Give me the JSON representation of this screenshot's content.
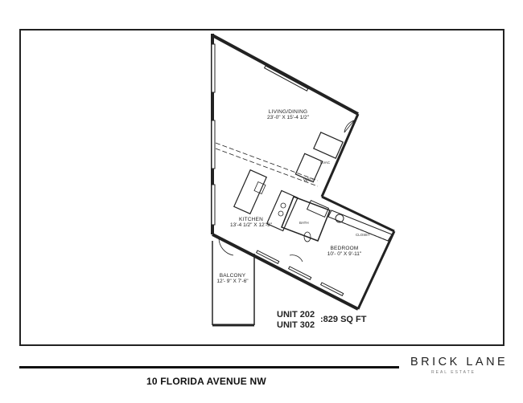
{
  "rooms": {
    "living": {
      "name": "LIVING/DINING",
      "dims": "23'-0\" X 15'-4 1/2\""
    },
    "kitchen": {
      "name": "KITCHEN",
      "dims": "13'-4 1/2\" X 12'-9\""
    },
    "bedroom": {
      "name": "BEDROOM",
      "dims": "10'- 0\" X 9'-11\""
    },
    "balcony": {
      "name": "BALCONY",
      "dims": "12'- 9\" X 7'-6\""
    }
  },
  "fixtures": {
    "hvac": "HVAC",
    "wd": "W/D",
    "bath": "BATH",
    "closet": "CLOSET"
  },
  "units": [
    "UNIT 202",
    "UNIT 302"
  ],
  "area": ":829 SQ FT",
  "address": "10 FLORIDA AVENUE NW",
  "brand": {
    "name": "BRICK LANE",
    "sub": "REAL ESTATE"
  }
}
